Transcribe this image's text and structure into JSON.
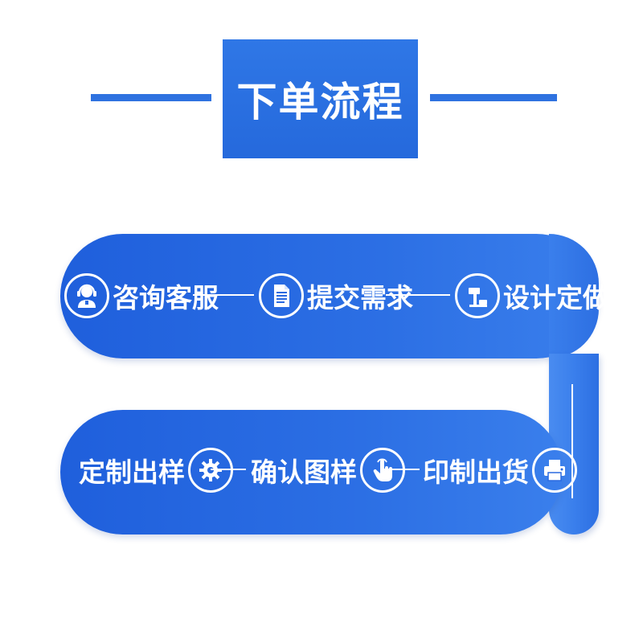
{
  "title": "下单流程",
  "steps_row1": [
    {
      "label": "咨询客服",
      "icon": "customer-service-icon"
    },
    {
      "label": "提交需求",
      "icon": "document-icon"
    },
    {
      "label": "设计定做",
      "icon": "hammer-icon"
    }
  ],
  "steps_row2": [
    {
      "label": "定制出样",
      "icon": "gear-icon"
    },
    {
      "label": "确认图样",
      "icon": "hand-pointer-icon"
    },
    {
      "label": "印制出货",
      "icon": "printer-icon"
    }
  ],
  "colors": {
    "primary": "#2f72e0",
    "band_dark": "#1f5fdc",
    "band_light": "#3a7fec",
    "text": "#ffffff"
  }
}
